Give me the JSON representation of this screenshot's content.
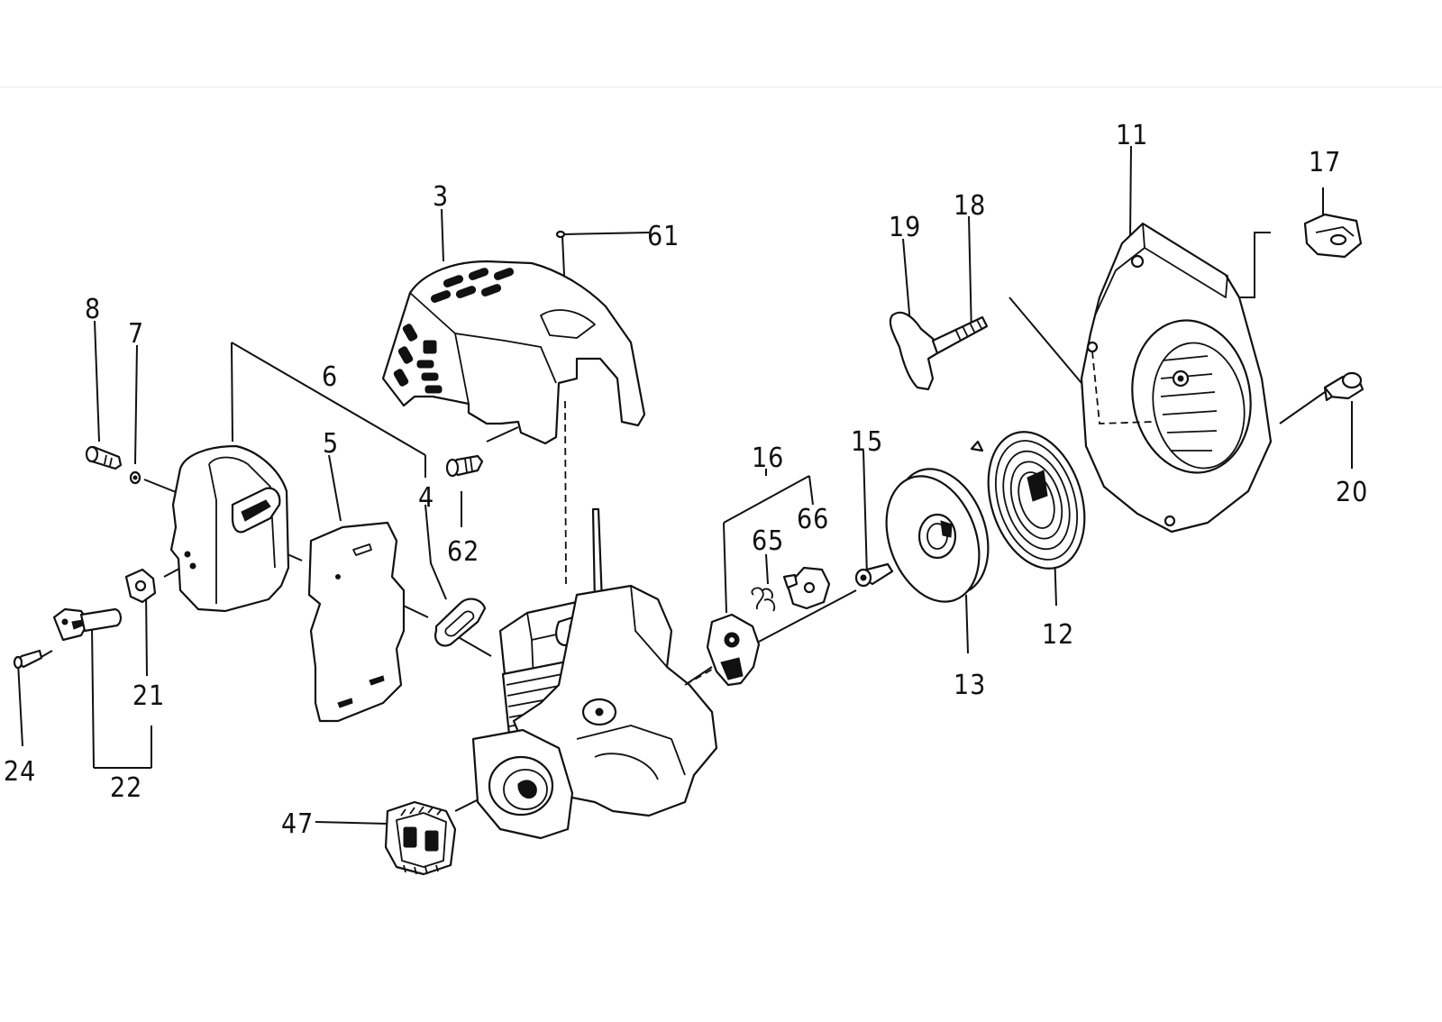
{
  "diagram": {
    "part_labels": {
      "p3": "3",
      "p4": "4",
      "p5": "5",
      "p6": "6",
      "p7": "7",
      "p8": "8",
      "p11": "11",
      "p12": "12",
      "p13": "13",
      "p15": "15",
      "p16": "16",
      "p17": "17",
      "p18": "18",
      "p19": "19",
      "p20": "20",
      "p21": "21",
      "p22": "22",
      "p24": "24",
      "p47": "47",
      "p61": "61",
      "p62": "62",
      "p65": "65",
      "p66": "66"
    }
  }
}
